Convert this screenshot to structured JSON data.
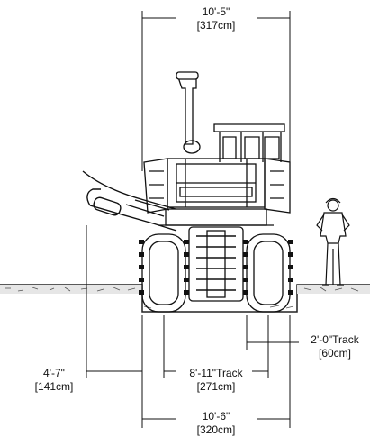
{
  "dimensions": {
    "overall_width": {
      "imperial": "10'-5\"",
      "metric": "[317cm]"
    },
    "track_width": {
      "imperial": "2'-0\"Track",
      "metric": "[60cm]"
    },
    "side_offset": {
      "imperial": "4'-7\"",
      "metric": "[141cm]"
    },
    "track_gauge": {
      "imperial": "8'-11\"Track",
      "metric": "[271cm]"
    },
    "track_outside_width": {
      "imperial": "10'-6\"",
      "metric": "[320cm]"
    }
  },
  "colors": {
    "line": "#111111",
    "ground": "#333333",
    "background": "#ffffff"
  }
}
